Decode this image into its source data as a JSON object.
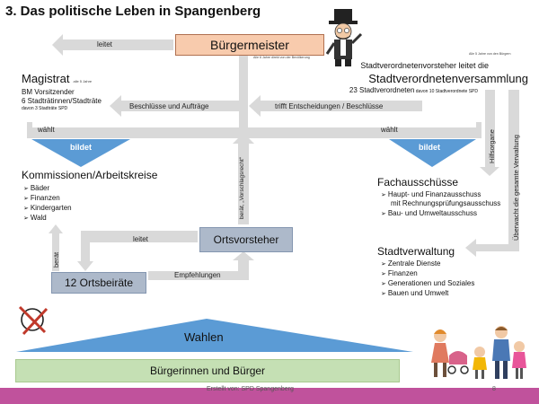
{
  "title": "3. Das politische Leben in Spangenberg",
  "buergermeister": {
    "label": "Bürgermeister",
    "note": "Alle 6 Jahre direkt von der Bevölkerung"
  },
  "note_top_right": "Alle 5 Jahre von den Bürgern",
  "magistrat": {
    "title": "Magistrat",
    "note": "alle 5 Jahre",
    "line1": "BM Vorsitzender",
    "line2": "6 Stadträtinnen/Stadträte",
    "line3": "davon 3 Stadträte SPD"
  },
  "stadtverordnete": {
    "line1": "Stadtverordnetenvorsteher  leitet die",
    "line2": "Stadtverordnetenversammlung",
    "line3_main": "23 Stadtverordneten",
    "line3_small": " davon 10 Stadtverordnete SPD"
  },
  "arrows": {
    "leitet_top": "leitet",
    "beschluesse": "Beschlüsse und Aufträge",
    "trifft": "trifft Entscheidungen / Beschlüsse",
    "waehlt_left": "wählt",
    "waehlt_right": "wählt",
    "bildet_left": "bildet",
    "bildet_right": "bildet",
    "hilfsorgane": "Hilfsorgane",
    "ueberwacht": "Überwacht die gesamte Verwaltung",
    "beraet_vorschlag": "berät, „Vorschlagsrecht“",
    "leitet_mid": "leitet",
    "beraet_left": "berät",
    "empfehlungen": "Empfehlungen"
  },
  "kommissionen": {
    "title": "Kommissionen/Arbeitskreise",
    "items": [
      "Bäder",
      "Finanzen",
      "Kindergarten",
      "Wald"
    ]
  },
  "fachausschuesse": {
    "title": "Fachausschüsse",
    "item1_line1": "Haupt- und Finanzausschuss",
    "item1_line2": "mit Rechnungsprüfungsausschuss",
    "item2": "Bau- und Umweltausschuss"
  },
  "stadtverwaltung": {
    "title": "Stadtverwaltung",
    "items": [
      "Zentrale Dienste",
      "Finanzen",
      "Generationen und Soziales",
      "Bauen und Umwelt"
    ]
  },
  "ortsvorsteher": "Ortsvorsteher",
  "ortsbeiraete": "12 Ortsbeiräte",
  "wahlen": "Wahlen",
  "buerger": "Bürgerinnen und Bürger",
  "footer": "Erstellt von: SPD Spangenberg",
  "page_number": "8",
  "colors": {
    "arrow": "#d9d9d9",
    "buergermeister_fill": "#f8cbad",
    "blue_triangle": "#5b9bd5",
    "ortsvorsteher_fill": "#adb9ca",
    "buerger_fill": "#c5e0b4",
    "footer_bar": "#c0529c"
  }
}
